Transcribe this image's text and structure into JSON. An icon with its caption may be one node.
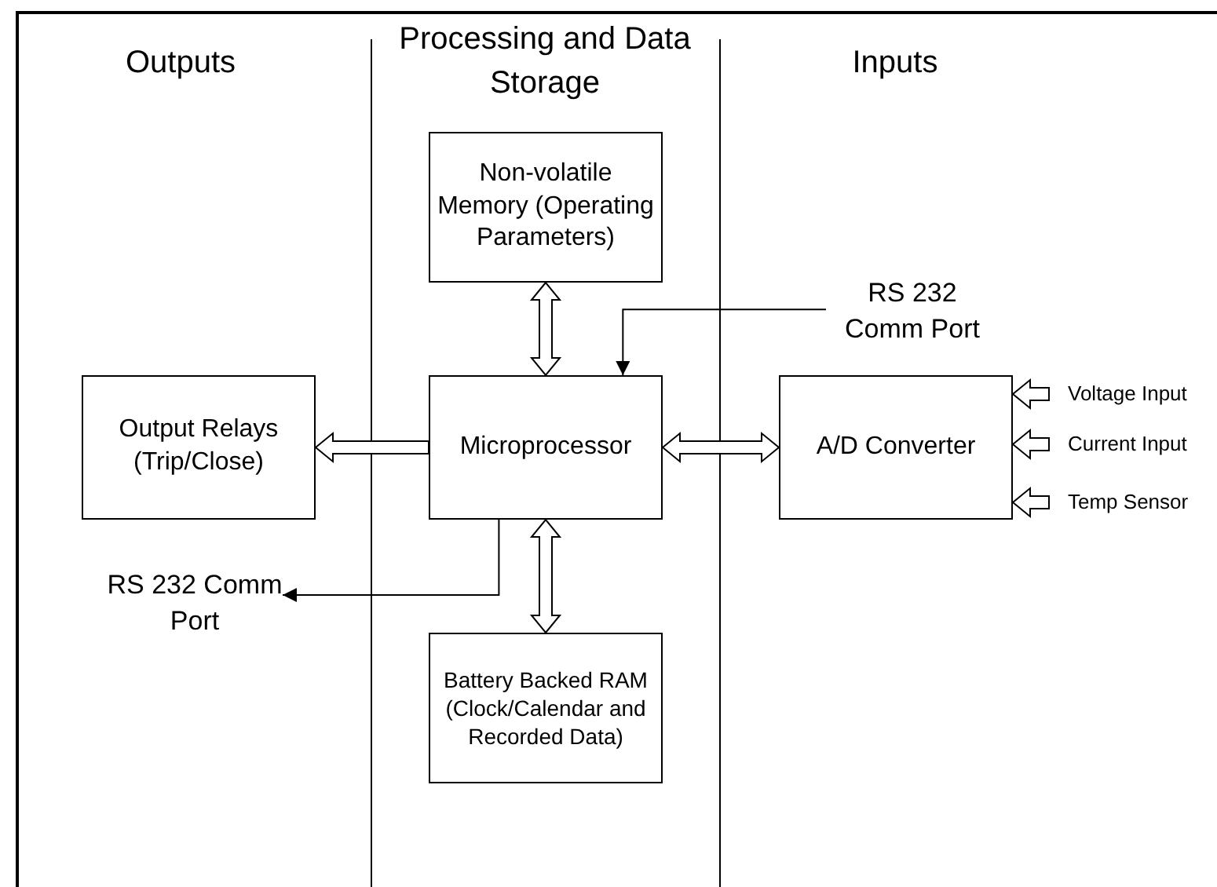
{
  "diagram": {
    "nodes": [
      {
        "text": [
          "Non-volatile Memory (Operating Parameters)"
        ]
      },
      {
        "text": [
          "Microprocessor"
        ]
      },
      {
        "text": [
          "Output Relays (Trip/Close)"
        ]
      },
      {
        "text": [
          "A/D Converter"
        ]
      },
      {
        "text": [
          "Battery Backed RAM (Clock/Calendar and Recorded Data)"
        ]
      },
      {
        "text": [
          "RS 232 Comm Port"
        ]
      },
      {
        "text": [
          "RS 232 Comm Port"
        ]
      },
      {
        "text": [
          "Voltage Input"
        ]
      },
      {
        "text": [
          "Current Input"
        ]
      },
      {
        "text": [
          "Temp Sensor"
        ]
      }
    ],
    "edges": [
      {
        "from": 0,
        "to": 1,
        "arrow": "both",
        "style": "thick"
      },
      {
        "from": 1,
        "to": 2,
        "arrow": "to",
        "style": "thick"
      },
      {
        "from": 1,
        "to": 3,
        "arrow": "both",
        "style": "thick"
      },
      {
        "from": 4,
        "to": 1,
        "arrow": "both",
        "style": "thick"
      },
      {
        "from": 5,
        "to": 1,
        "arrow": "to"
      },
      {
        "from": 1,
        "to": 6,
        "arrow": "to"
      },
      {
        "from": 7,
        "to": 3,
        "arrow": "to",
        "style": "thick"
      },
      {
        "from": 8,
        "to": 3,
        "arrow": "to",
        "style": "thick"
      },
      {
        "from": 9,
        "to": 3,
        "arrow": "to",
        "style": "thick"
      }
    ],
    "labels": [
      "Outputs",
      "Processing and Data Storage",
      "Inputs"
    ]
  }
}
